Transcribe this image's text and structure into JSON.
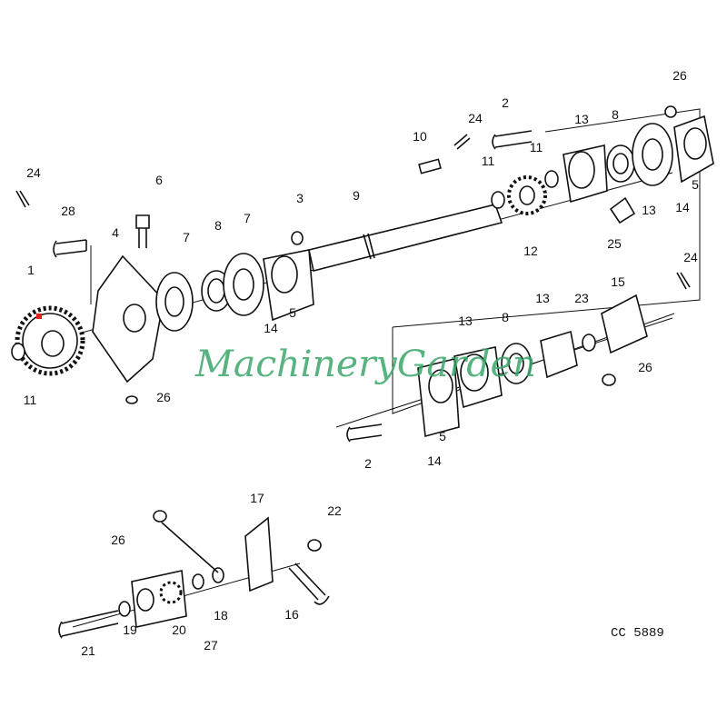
{
  "callouts": [
    "24",
    "6",
    "28",
    "4",
    "7",
    "8",
    "7",
    "3",
    "9",
    "10",
    "24",
    "2",
    "11",
    "11",
    "13",
    "8",
    "26",
    "12",
    "25",
    "13",
    "5",
    "14",
    "1",
    "5",
    "14",
    "11",
    "26",
    "24",
    "15",
    "13",
    "23",
    "8",
    "13",
    "26",
    "5",
    "14",
    "2",
    "17",
    "22",
    "26",
    "21",
    "19",
    "20",
    "27",
    "18",
    "16"
  ],
  "drawing_code": "CC 5889",
  "watermark": "MachineryGarden",
  "colors": {
    "marker": "#e0201c",
    "watermark": "#3aa86a"
  }
}
